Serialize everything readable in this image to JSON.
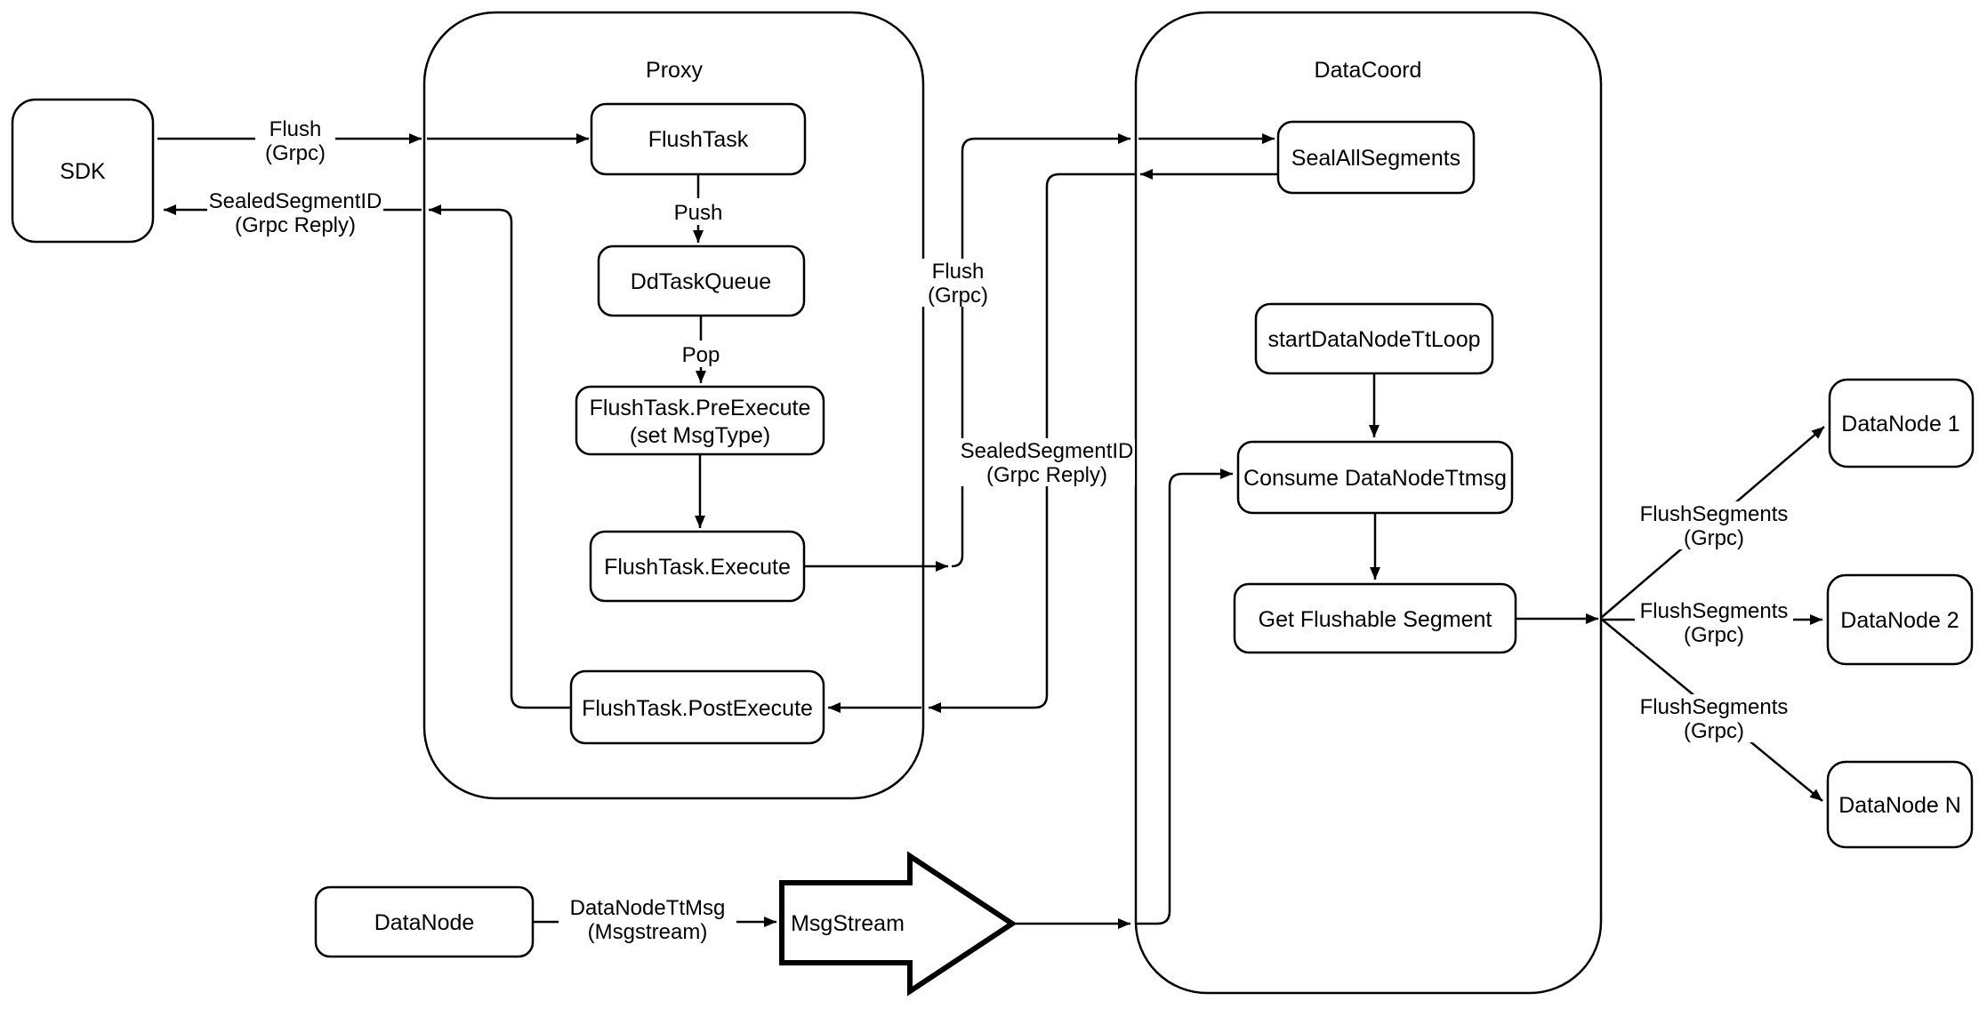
{
  "diagram": {
    "containers": {
      "proxy": {
        "label": "Proxy"
      },
      "datacoord": {
        "label": "DataCoord"
      }
    },
    "nodes": {
      "sdk": {
        "label": "SDK"
      },
      "flush_task": {
        "label": "FlushTask"
      },
      "dd_task_queue": {
        "label": "DdTaskQueue"
      },
      "pre_execute": {
        "label_line1": "FlushTask.PreExecute",
        "label_line2": "(set MsgType)"
      },
      "execute": {
        "label": "FlushTask.Execute"
      },
      "post_execute": {
        "label": "FlushTask.PostExecute"
      },
      "seal_all_segments": {
        "label": "SealAllSegments"
      },
      "start_datanode_tt_loop": {
        "label": "startDataNodeTtLoop"
      },
      "consume_datanode_ttmsg": {
        "label": "Consume DataNodeTtmsg"
      },
      "get_flushable_segment": {
        "label": "Get Flushable Segment"
      },
      "datanode_1": {
        "label": "DataNode 1"
      },
      "datanode_2": {
        "label": "DataNode 2"
      },
      "datanode_n": {
        "label": "DataNode N"
      },
      "datanode_bottom": {
        "label": "DataNode"
      },
      "msgstream": {
        "label": "MsgStream"
      }
    },
    "edge_labels": {
      "flush_sdk": {
        "line1": "Flush",
        "line2": "(Grpc)"
      },
      "sealed_sdk": {
        "line1": "SealedSegmentID",
        "line2": "(Grpc Reply)"
      },
      "push": {
        "line1": "Push"
      },
      "pop": {
        "line1": "Pop"
      },
      "flush_mid": {
        "line1": "Flush",
        "line2": "(Grpc)"
      },
      "sealed_mid": {
        "line1": "SealedSegmentID",
        "line2": "(Grpc Reply)"
      },
      "flush_segments_1": {
        "line1": "FlushSegments",
        "line2": "(Grpc)"
      },
      "flush_segments_2": {
        "line1": "FlushSegments",
        "line2": "(Grpc)"
      },
      "flush_segments_n": {
        "line1": "FlushSegments",
        "line2": "(Grpc)"
      },
      "datanode_ttmsg": {
        "line1": "DataNodeTtMsg",
        "line2": "(Msgstream)"
      }
    },
    "colors": {
      "line": "#000000",
      "node_fill": "#ffffff",
      "background": "#ffffff",
      "text": "#000000"
    }
  }
}
